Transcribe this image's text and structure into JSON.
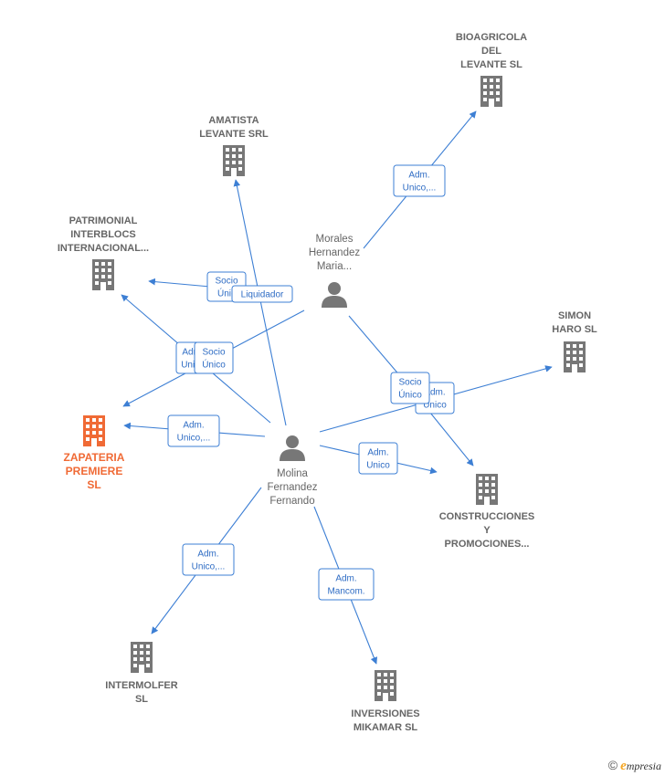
{
  "colors": {
    "edge": "#3d7fd4",
    "building": "#777777",
    "focus_building": "#f06a35",
    "person": "#777777"
  },
  "nodes": [
    {
      "id": "bioagricola",
      "kind": "company",
      "lines": [
        "BIOAGRICOLA",
        "DEL",
        "LEVANTE  SL"
      ]
    },
    {
      "id": "amatista",
      "kind": "company",
      "lines": [
        "AMATISTA",
        "LEVANTE SRL"
      ]
    },
    {
      "id": "patrimonial",
      "kind": "company",
      "lines": [
        "PATRIMONIAL",
        "INTERBLOCS",
        "INTERNACIONAL..."
      ]
    },
    {
      "id": "morales",
      "kind": "person",
      "lines": [
        "Morales",
        "Hernandez",
        "Maria..."
      ]
    },
    {
      "id": "simon",
      "kind": "company",
      "lines": [
        "SIMON",
        "HARO SL"
      ]
    },
    {
      "id": "zapateria",
      "kind": "focus",
      "lines": [
        "ZAPATERIA",
        "PREMIERE",
        "SL"
      ]
    },
    {
      "id": "molina",
      "kind": "person",
      "lines": [
        "Molina",
        "Fernandez",
        "Fernando"
      ]
    },
    {
      "id": "construcciones",
      "kind": "company",
      "lines": [
        "CONSTRUCCIONES",
        "Y",
        "PROMOCIONES..."
      ]
    },
    {
      "id": "intermolfer",
      "kind": "company",
      "lines": [
        "INTERMOLFER",
        "SL"
      ]
    },
    {
      "id": "inversiones",
      "kind": "company",
      "lines": [
        "INVERSIONES",
        "MIKAMAR SL"
      ]
    }
  ],
  "edges": [
    {
      "from": "morales",
      "to": "bioagricola",
      "label": [
        "Adm.",
        "Unico,..."
      ]
    },
    {
      "from": "morales",
      "to": "patrimonial",
      "label": [
        "Socio",
        "Únic"
      ]
    },
    {
      "from": "morales",
      "to": "zapateria",
      "label": [
        "Adm.",
        "Unico"
      ]
    },
    {
      "from": "morales",
      "to": "construcciones",
      "label": [
        "Adm.",
        "Unico"
      ]
    },
    {
      "from": "molina",
      "to": "amatista",
      "label": [
        "Liquidador"
      ]
    },
    {
      "from": "molina",
      "to": "patrimonial",
      "label": [
        "Socio",
        "Único"
      ]
    },
    {
      "from": "molina",
      "to": "zapateria",
      "label": [
        "Adm.",
        "Unico,..."
      ]
    },
    {
      "from": "molina",
      "to": "simon",
      "label": [
        "Socio",
        "Único"
      ]
    },
    {
      "from": "molina",
      "to": "construcciones",
      "label": [
        "Adm.",
        "Unico"
      ]
    },
    {
      "from": "molina",
      "to": "intermolfer",
      "label": [
        "Adm.",
        "Unico,..."
      ]
    },
    {
      "from": "molina",
      "to": "inversiones",
      "label": [
        "Adm.",
        "Mancom."
      ]
    }
  ],
  "watermark": {
    "copyright": "©",
    "brand_initial": "e",
    "brand_rest": "mpresia"
  }
}
